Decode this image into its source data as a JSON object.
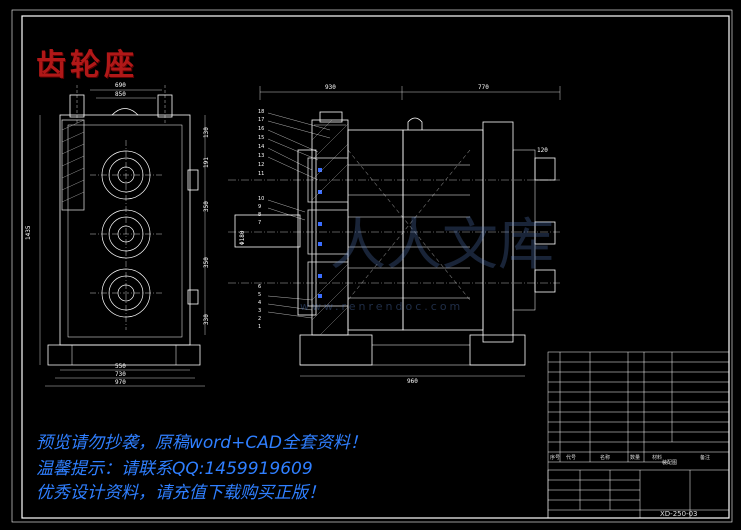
{
  "drawing": {
    "title_stamp": "齿轮座",
    "drawing_number": "XD-250-03",
    "title_block_note": "装配图",
    "notices": [
      "预览请勿抄袭，原稿word+CAD全套资料！",
      "温馨提示：请联系QQ:1459919609",
      "优秀设计资料，请充值下载购买正版！"
    ],
    "watermark_text": "人人文库",
    "watermark_url": "www.renrendoc.com",
    "line_color": "#ffffff",
    "notice_color": "#2f7fff",
    "stamp_color": "#b01818"
  },
  "front_view": {
    "dims_top": [
      "690",
      "850"
    ],
    "dims_bottom": [
      "550",
      "730",
      "970"
    ],
    "dims_left": [
      "1435"
    ],
    "dims_right": [
      "130",
      "191",
      "350",
      "350",
      "330"
    ]
  },
  "side_view": {
    "dims_top": [
      "930",
      "770"
    ],
    "dims_bottom": [
      "960"
    ],
    "dims_misc": [
      "120",
      "Φ180"
    ],
    "part_numbers": [
      "18",
      "17",
      "16",
      "15",
      "14",
      "13",
      "12",
      "11",
      "10",
      "9",
      "8",
      "7",
      "6",
      "5",
      "4",
      "3",
      "2",
      "1"
    ]
  },
  "title_block": {
    "header": [
      "序号",
      "代号",
      "名称",
      "数量",
      "材料",
      "备注"
    ]
  }
}
